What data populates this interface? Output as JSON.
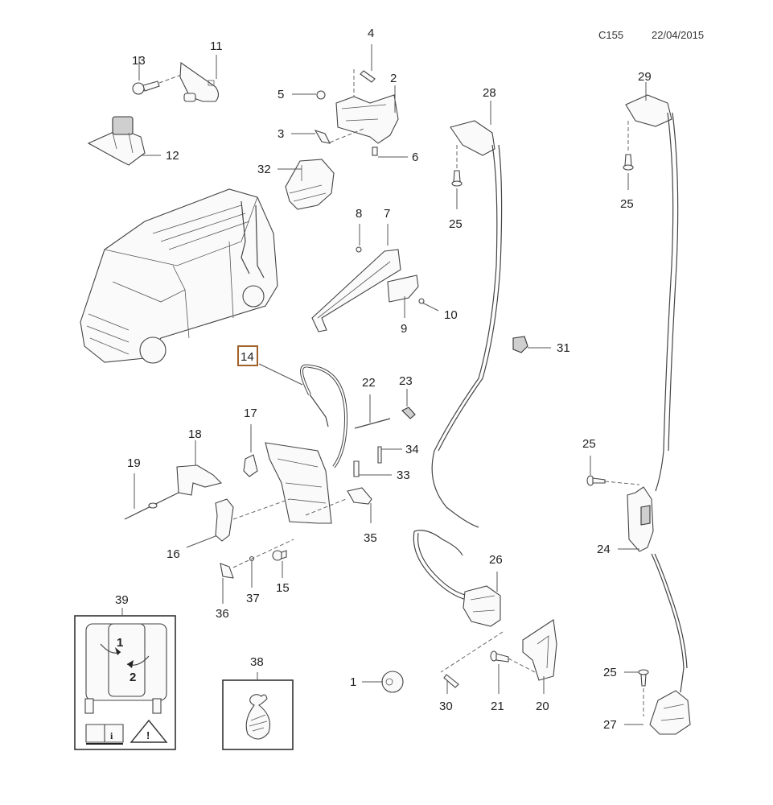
{
  "header": {
    "code": "C155",
    "date": "22/04/2015"
  },
  "highlight_color": "#a0602a",
  "callouts": {
    "c1": "1",
    "c2": "2",
    "c3": "3",
    "c4": "4",
    "c5": "5",
    "c6": "6",
    "c7": "7",
    "c8": "8",
    "c9": "9",
    "c10": "10",
    "c11": "11",
    "c12": "12",
    "c13": "13",
    "c14": "14",
    "c15": "15",
    "c16": "16",
    "c17": "17",
    "c18": "18",
    "c19": "19",
    "c20": "20",
    "c21": "21",
    "c22": "22",
    "c23": "23",
    "c24": "24",
    "c25a": "25",
    "c25b": "25",
    "c25c": "25",
    "c25d": "25",
    "c26": "26",
    "c27": "27",
    "c28": "28",
    "c29": "29",
    "c30": "30",
    "c31": "31",
    "c32": "32",
    "c33": "33",
    "c34": "34",
    "c35": "35",
    "c36": "36",
    "c37": "37",
    "c38": "38",
    "c39": "39"
  },
  "label39": {
    "step1": "1",
    "step2": "2",
    "info_icon": "book-info-icon",
    "warning_icon": "warning-triangle-icon"
  },
  "label38": {
    "icon": "parts-bag-icon"
  },
  "selected_part": "14"
}
